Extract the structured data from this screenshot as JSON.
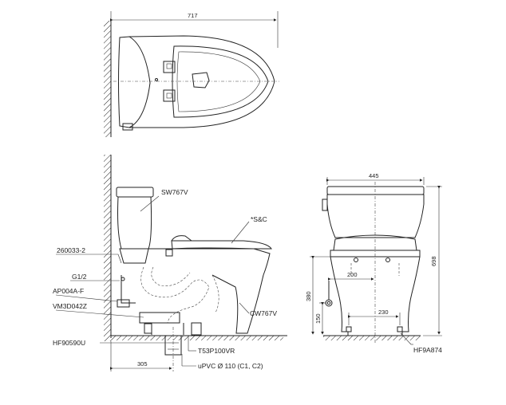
{
  "top_view": {
    "width_dim": "717"
  },
  "side_view": {
    "labels": {
      "tank": "SW767V",
      "seat": "*S&C",
      "bowl": "CW767V",
      "part_260033": "260033-2",
      "g12": "G1/2",
      "ap004": "AP004A-F",
      "vm3d": "VM3D042Z",
      "hf90590": "HF90590U",
      "t53p": "T53P100VR",
      "upvc": "uPVC Ø 110 (C1, C2)"
    },
    "dim_305": "305"
  },
  "front_view": {
    "width_dim": "445",
    "height_dim": "698",
    "dim_380": "380",
    "dim_150": "150",
    "dim_200": "200",
    "dim_230": "230",
    "label_hf9a": "HF9A874"
  }
}
